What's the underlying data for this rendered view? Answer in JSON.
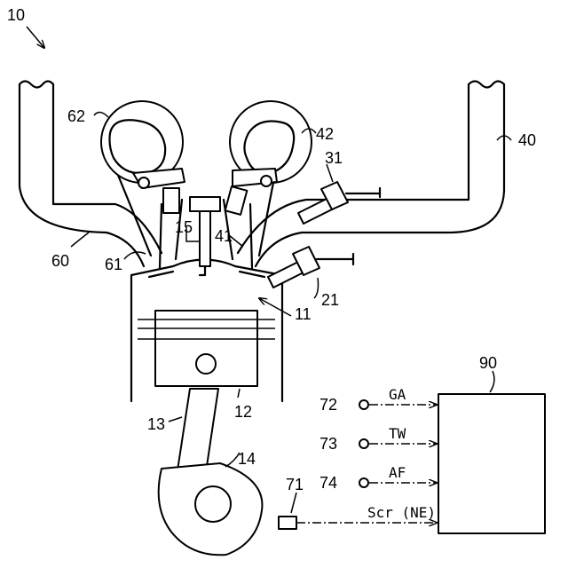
{
  "labels": {
    "system": "10",
    "combustion_chamber": "11",
    "piston": "12",
    "connecting_rod": "13",
    "crankshaft": "14",
    "spark_plug": "15",
    "injector_intake": "21",
    "injector_port": "31",
    "intake_passage": "40",
    "intake_valve": "41",
    "intake_cam": "42",
    "exhaust_passage": "60",
    "exhaust_valve": "61",
    "exhaust_cam": "62",
    "crank_sensor": "71",
    "airflow_meter": "72",
    "coolant_sensor": "73",
    "af_sensor": "74",
    "controller": "90"
  },
  "signals": {
    "ga": "GA",
    "tw": "TW",
    "af": "AF",
    "scr": "Scr (NE)"
  }
}
